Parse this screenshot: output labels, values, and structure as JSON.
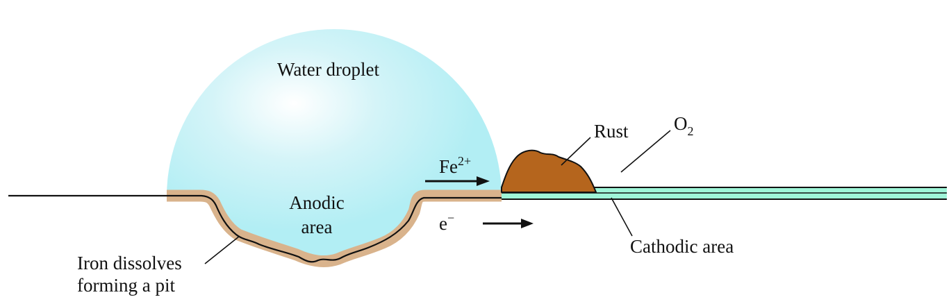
{
  "labels": {
    "water_droplet": "Water droplet",
    "rust": "Rust",
    "oxygen_main": "O",
    "oxygen_sub": "2",
    "iron_ion_main": "Fe",
    "iron_ion_sup": "2+",
    "anodic_line1": "Anodic",
    "anodic_line2": "area",
    "electron_main": "e",
    "electron_sup": "−",
    "cathodic": "Cathodic area",
    "pit_line1": "Iron dissolves",
    "pit_line2": "forming a pit"
  },
  "colors": {
    "droplet": "#b2eef4",
    "droplet_highlight": "#ffffff",
    "iron_surface": "#d9b38c",
    "rust": "#b5651d",
    "cathodic_layer": "#9ff5d8",
    "ink": "#111111"
  }
}
